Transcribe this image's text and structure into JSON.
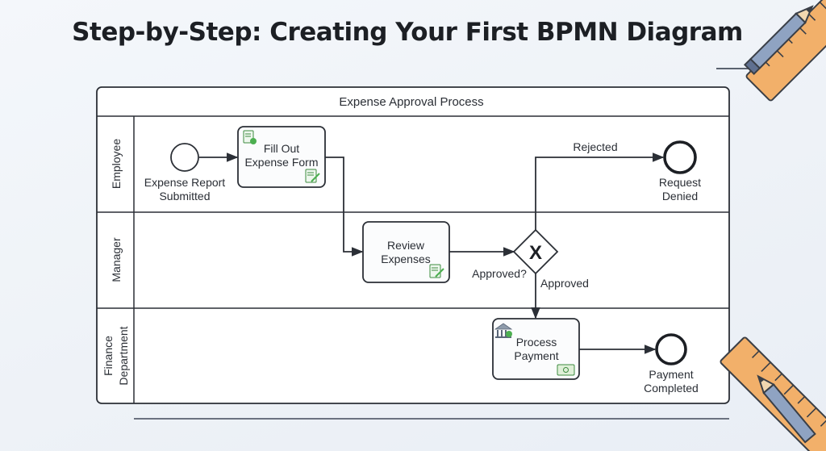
{
  "title": "Step-by-Step: Creating Your First BPMN Diagram",
  "pool": {
    "name": "Expense Approval Process",
    "lanes": [
      {
        "name_lines": [
          "Employee"
        ]
      },
      {
        "name_lines": [
          "Manager"
        ]
      },
      {
        "name_lines": [
          "Finance",
          "Department"
        ]
      }
    ]
  },
  "events": {
    "start": {
      "label_lines": [
        "Expense Report",
        "Submitted"
      ]
    },
    "end_denied": {
      "label_lines": [
        "Request",
        "Denied"
      ]
    },
    "end_completed": {
      "label_lines": [
        "Payment",
        "Completed"
      ]
    }
  },
  "tasks": {
    "fill_form": {
      "label_lines": [
        "Fill Out",
        "Expense Form"
      ]
    },
    "review": {
      "label_lines": [
        "Review",
        "Expenses"
      ]
    },
    "process_payment": {
      "label_lines": [
        "Process",
        "Payment"
      ]
    }
  },
  "gateway": {
    "symbol": "X",
    "label": "Approved?"
  },
  "flows": {
    "rejected": "Rejected",
    "approved": "Approved"
  },
  "colors": {
    "line": "#2b2f36",
    "icon_green": "#4caf50",
    "accent_orange": "#f2a65a"
  }
}
